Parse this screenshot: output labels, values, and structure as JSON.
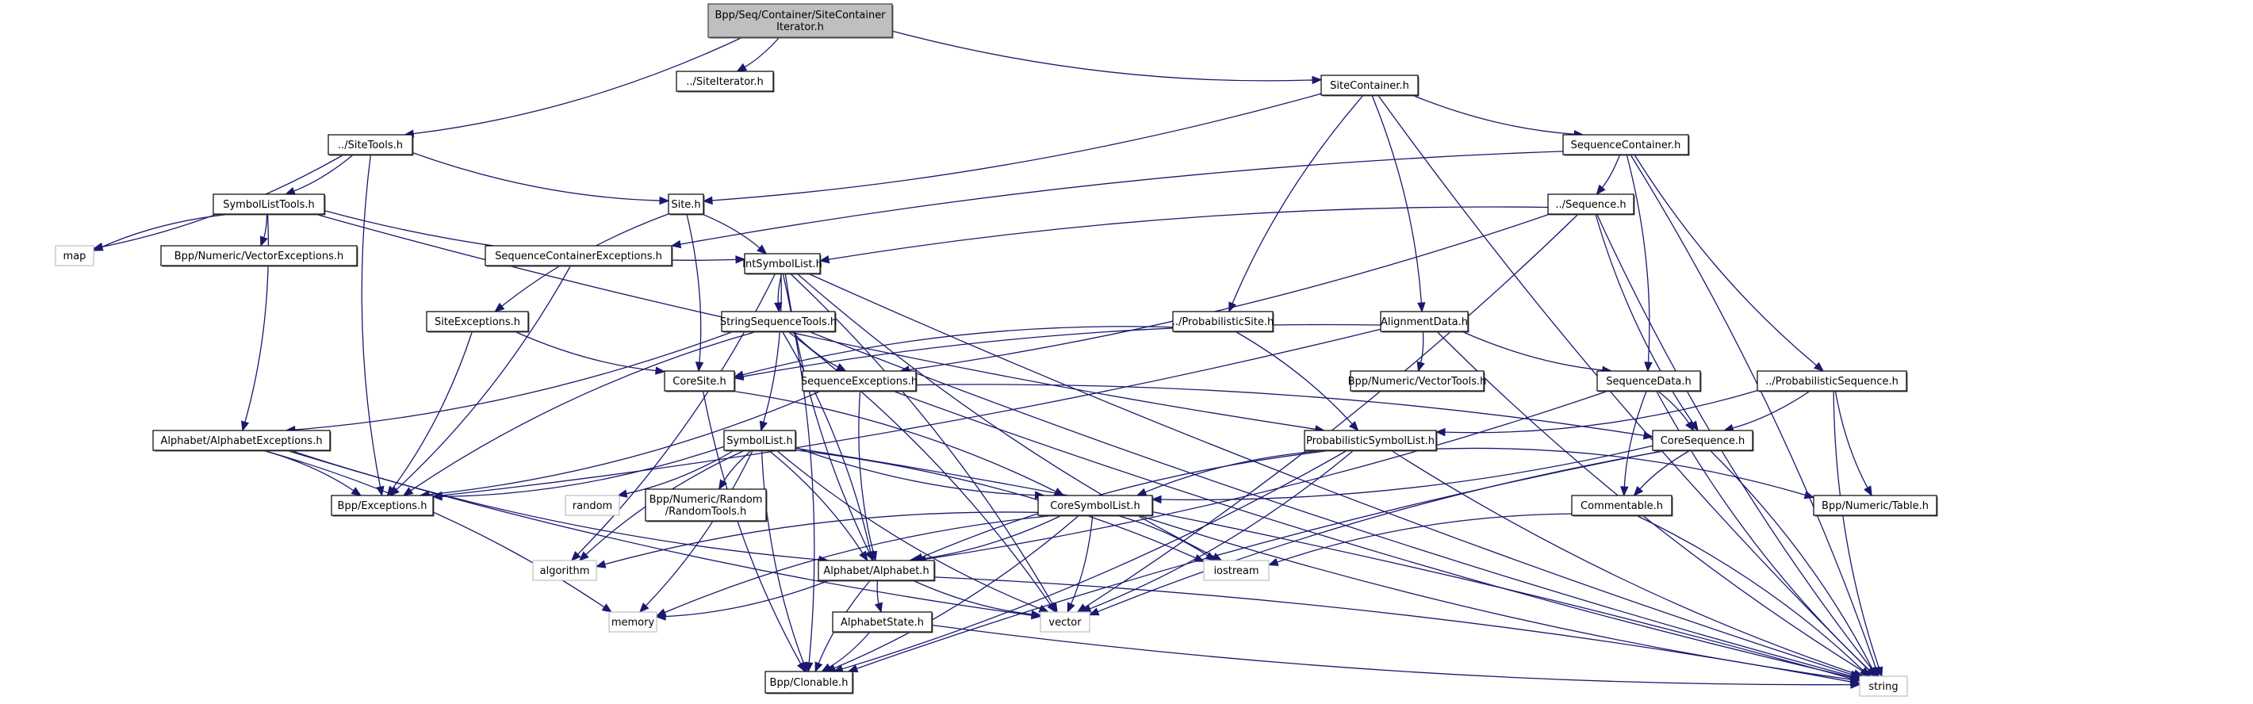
{
  "title": "Bpp/Seq/Container/SiteContainerIterator.h include dependency graph",
  "colors": {
    "edge": "#191970",
    "root_fill": "#bfbfbf",
    "node_border": "#000000",
    "system_border": "#bfbfbf"
  },
  "nodes": [
    {
      "id": "root",
      "label": [
        "Bpp/Seq/Container/SiteContainer",
        "Iterator.h"
      ],
      "kind": "root"
    },
    {
      "id": "siteiterator",
      "label": [
        "../SiteIterator.h"
      ],
      "kind": "local"
    },
    {
      "id": "sitecontainer",
      "label": [
        "SiteContainer.h"
      ],
      "kind": "local"
    },
    {
      "id": "sitetools",
      "label": [
        "../SiteTools.h"
      ],
      "kind": "local"
    },
    {
      "id": "sequencecontainer",
      "label": [
        "SequenceContainer.h"
      ],
      "kind": "local"
    },
    {
      "id": "symbollisttools",
      "label": [
        "SymbolListTools.h"
      ],
      "kind": "local"
    },
    {
      "id": "site",
      "label": [
        "Site.h"
      ],
      "kind": "local"
    },
    {
      "id": "sequence",
      "label": [
        "../Sequence.h"
      ],
      "kind": "local"
    },
    {
      "id": "map",
      "label": [
        "map"
      ],
      "kind": "system"
    },
    {
      "id": "vectorexceptions",
      "label": [
        "Bpp/Numeric/VectorExceptions.h"
      ],
      "kind": "local"
    },
    {
      "id": "seqcontainerexceptions",
      "label": [
        "SequenceContainerExceptions.h"
      ],
      "kind": "local"
    },
    {
      "id": "intsymbollist",
      "label": [
        "IntSymbolList.h"
      ],
      "kind": "local"
    },
    {
      "id": "siteexceptions",
      "label": [
        "SiteExceptions.h"
      ],
      "kind": "local"
    },
    {
      "id": "stringsequencetools",
      "label": [
        "StringSequenceTools.h"
      ],
      "kind": "local"
    },
    {
      "id": "probabilisticsite",
      "label": [
        "../ProbabilisticSite.h"
      ],
      "kind": "local"
    },
    {
      "id": "alignmentdata",
      "label": [
        "AlignmentData.h"
      ],
      "kind": "local"
    },
    {
      "id": "coresite",
      "label": [
        "CoreSite.h"
      ],
      "kind": "local"
    },
    {
      "id": "sequenceexceptions",
      "label": [
        "SequenceExceptions.h"
      ],
      "kind": "local"
    },
    {
      "id": "vectortools",
      "label": [
        "Bpp/Numeric/VectorTools.h"
      ],
      "kind": "local"
    },
    {
      "id": "sequencedata",
      "label": [
        "SequenceData.h"
      ],
      "kind": "local"
    },
    {
      "id": "probabilisticsequence",
      "label": [
        "../ProbabilisticSequence.h"
      ],
      "kind": "local"
    },
    {
      "id": "alphabetexceptions",
      "label": [
        "Alphabet/AlphabetExceptions.h"
      ],
      "kind": "local"
    },
    {
      "id": "symbollist",
      "label": [
        "SymbolList.h"
      ],
      "kind": "local"
    },
    {
      "id": "probabilisticsymbollist",
      "label": [
        "ProbabilisticSymbolList.h"
      ],
      "kind": "local"
    },
    {
      "id": "coresequence",
      "label": [
        "CoreSequence.h"
      ],
      "kind": "local"
    },
    {
      "id": "exceptions",
      "label": [
        "Bpp/Exceptions.h"
      ],
      "kind": "local"
    },
    {
      "id": "randomtools",
      "label": [
        "Bpp/Numeric/Random",
        "/RandomTools.h"
      ],
      "kind": "local"
    },
    {
      "id": "random",
      "label": [
        "random"
      ],
      "kind": "system"
    },
    {
      "id": "coresymbollist",
      "label": [
        "CoreSymbolList.h"
      ],
      "kind": "local"
    },
    {
      "id": "commentable",
      "label": [
        "Commentable.h"
      ],
      "kind": "local"
    },
    {
      "id": "table",
      "label": [
        "Bpp/Numeric/Table.h"
      ],
      "kind": "local"
    },
    {
      "id": "algorithm",
      "label": [
        "algorithm"
      ],
      "kind": "system"
    },
    {
      "id": "alphabet",
      "label": [
        "Alphabet/Alphabet.h"
      ],
      "kind": "local"
    },
    {
      "id": "iostream",
      "label": [
        "iostream"
      ],
      "kind": "system"
    },
    {
      "id": "memory",
      "label": [
        "memory"
      ],
      "kind": "system"
    },
    {
      "id": "alphabetstate",
      "label": [
        "AlphabetState.h"
      ],
      "kind": "local"
    },
    {
      "id": "vector",
      "label": [
        "vector"
      ],
      "kind": "system"
    },
    {
      "id": "clonable",
      "label": [
        "Bpp/Clonable.h"
      ],
      "kind": "local"
    },
    {
      "id": "string",
      "label": [
        "string"
      ],
      "kind": "system"
    }
  ],
  "edges": [
    [
      "root",
      "siteiterator"
    ],
    [
      "root",
      "sitecontainer"
    ],
    [
      "root",
      "sitetools"
    ],
    [
      "sitecontainer",
      "sequencecontainer"
    ],
    [
      "sitecontainer",
      "site"
    ],
    [
      "sitecontainer",
      "probabilisticsite"
    ],
    [
      "sitecontainer",
      "alignmentdata"
    ],
    [
      "sitecontainer",
      "string"
    ],
    [
      "sitetools",
      "symbollisttools"
    ],
    [
      "sitetools",
      "site"
    ],
    [
      "sitetools",
      "map"
    ],
    [
      "sitetools",
      "exceptions"
    ],
    [
      "sequencecontainer",
      "sequence"
    ],
    [
      "sequencecontainer",
      "seqcontainerexceptions"
    ],
    [
      "sequencecontainer",
      "sequencedata"
    ],
    [
      "sequencecontainer",
      "probabilisticsequence"
    ],
    [
      "sequencecontainer",
      "string"
    ],
    [
      "symbollisttools",
      "map"
    ],
    [
      "symbollisttools",
      "vectorexceptions"
    ],
    [
      "symbollisttools",
      "intsymbollist"
    ],
    [
      "symbollisttools",
      "alphabetexceptions"
    ],
    [
      "symbollisttools",
      "probabilisticsymbollist"
    ],
    [
      "site",
      "intsymbollist"
    ],
    [
      "site",
      "siteexceptions"
    ],
    [
      "site",
      "coresite"
    ],
    [
      "sequence",
      "intsymbollist"
    ],
    [
      "sequence",
      "sequenceexceptions"
    ],
    [
      "sequence",
      "coresequence"
    ],
    [
      "sequence",
      "vector"
    ],
    [
      "sequence",
      "string"
    ],
    [
      "seqcontainerexceptions",
      "exceptions"
    ],
    [
      "intsymbollist",
      "stringsequencetools"
    ],
    [
      "intsymbollist",
      "symbollist"
    ],
    [
      "intsymbollist",
      "alphabet"
    ],
    [
      "intsymbollist",
      "clonable"
    ],
    [
      "intsymbollist",
      "string"
    ],
    [
      "intsymbollist",
      "vector"
    ],
    [
      "intsymbollist",
      "iostream"
    ],
    [
      "intsymbollist",
      "algorithm"
    ],
    [
      "siteexceptions",
      "coresite"
    ],
    [
      "siteexceptions",
      "exceptions"
    ],
    [
      "stringsequencetools",
      "sequenceexceptions"
    ],
    [
      "stringsequencetools",
      "alphabetexceptions"
    ],
    [
      "stringsequencetools",
      "exceptions"
    ],
    [
      "stringsequencetools",
      "alphabet"
    ],
    [
      "stringsequencetools",
      "string"
    ],
    [
      "stringsequencetools",
      "vector"
    ],
    [
      "probabilisticsite",
      "coresite"
    ],
    [
      "probabilisticsite",
      "probabilisticsymbollist"
    ],
    [
      "alignmentdata",
      "coresite"
    ],
    [
      "alignmentdata",
      "vectortools"
    ],
    [
      "alignmentdata",
      "sequencedata"
    ],
    [
      "alignmentdata",
      "exceptions"
    ],
    [
      "alignmentdata",
      "string"
    ],
    [
      "coresite",
      "coresymbollist"
    ],
    [
      "coresite",
      "clonable"
    ],
    [
      "sequenceexceptions",
      "exceptions"
    ],
    [
      "sequenceexceptions",
      "alphabet"
    ],
    [
      "sequenceexceptions",
      "coresequence"
    ],
    [
      "sequenceexceptions",
      "string"
    ],
    [
      "sequencedata",
      "coresequence"
    ],
    [
      "sequencedata",
      "commentable"
    ],
    [
      "sequencedata",
      "alphabet"
    ],
    [
      "sequencedata",
      "string"
    ],
    [
      "probabilisticsequence",
      "coresequence"
    ],
    [
      "probabilisticsequence",
      "table"
    ],
    [
      "probabilisticsequence",
      "probabilisticsymbollist"
    ],
    [
      "probabilisticsequence",
      "string"
    ],
    [
      "alphabetexceptions",
      "exceptions"
    ],
    [
      "alphabetexceptions",
      "alphabet"
    ],
    [
      "alphabetexceptions",
      "memory"
    ],
    [
      "alphabetexceptions",
      "vector"
    ],
    [
      "symbollist",
      "exceptions"
    ],
    [
      "symbollist",
      "randomtools"
    ],
    [
      "symbollist",
      "random"
    ],
    [
      "symbollist",
      "coresymbollist"
    ],
    [
      "symbollist",
      "alphabet"
    ],
    [
      "symbollist",
      "algorithm"
    ],
    [
      "symbollist",
      "iostream"
    ],
    [
      "symbollist",
      "vector"
    ],
    [
      "symbollist",
      "string"
    ],
    [
      "symbollist",
      "clonable"
    ],
    [
      "symbollist",
      "memory"
    ],
    [
      "probabilisticsymbollist",
      "coresymbollist"
    ],
    [
      "probabilisticsymbollist",
      "table"
    ],
    [
      "probabilisticsymbollist",
      "alphabet"
    ],
    [
      "probabilisticsymbollist",
      "vector"
    ],
    [
      "probabilisticsymbollist",
      "string"
    ],
    [
      "probabilisticsymbollist",
      "clonable"
    ],
    [
      "coresequence",
      "commentable"
    ],
    [
      "coresequence",
      "coresymbollist"
    ],
    [
      "coresequence",
      "vector"
    ],
    [
      "coresequence",
      "string"
    ],
    [
      "coresequence",
      "clonable"
    ],
    [
      "coresymbollist",
      "alphabet"
    ],
    [
      "coresymbollist",
      "algorithm"
    ],
    [
      "coresymbollist",
      "iostream"
    ],
    [
      "coresymbollist",
      "memory"
    ],
    [
      "coresymbollist",
      "vector"
    ],
    [
      "coresymbollist",
      "string"
    ],
    [
      "coresymbollist",
      "clonable"
    ],
    [
      "commentable",
      "iostream"
    ],
    [
      "commentable",
      "string"
    ],
    [
      "alphabet",
      "alphabetstate"
    ],
    [
      "alphabet",
      "memory"
    ],
    [
      "alphabet",
      "vector"
    ],
    [
      "alphabet",
      "string"
    ],
    [
      "alphabet",
      "clonable"
    ],
    [
      "alphabetstate",
      "clonable"
    ],
    [
      "alphabetstate",
      "string"
    ]
  ]
}
